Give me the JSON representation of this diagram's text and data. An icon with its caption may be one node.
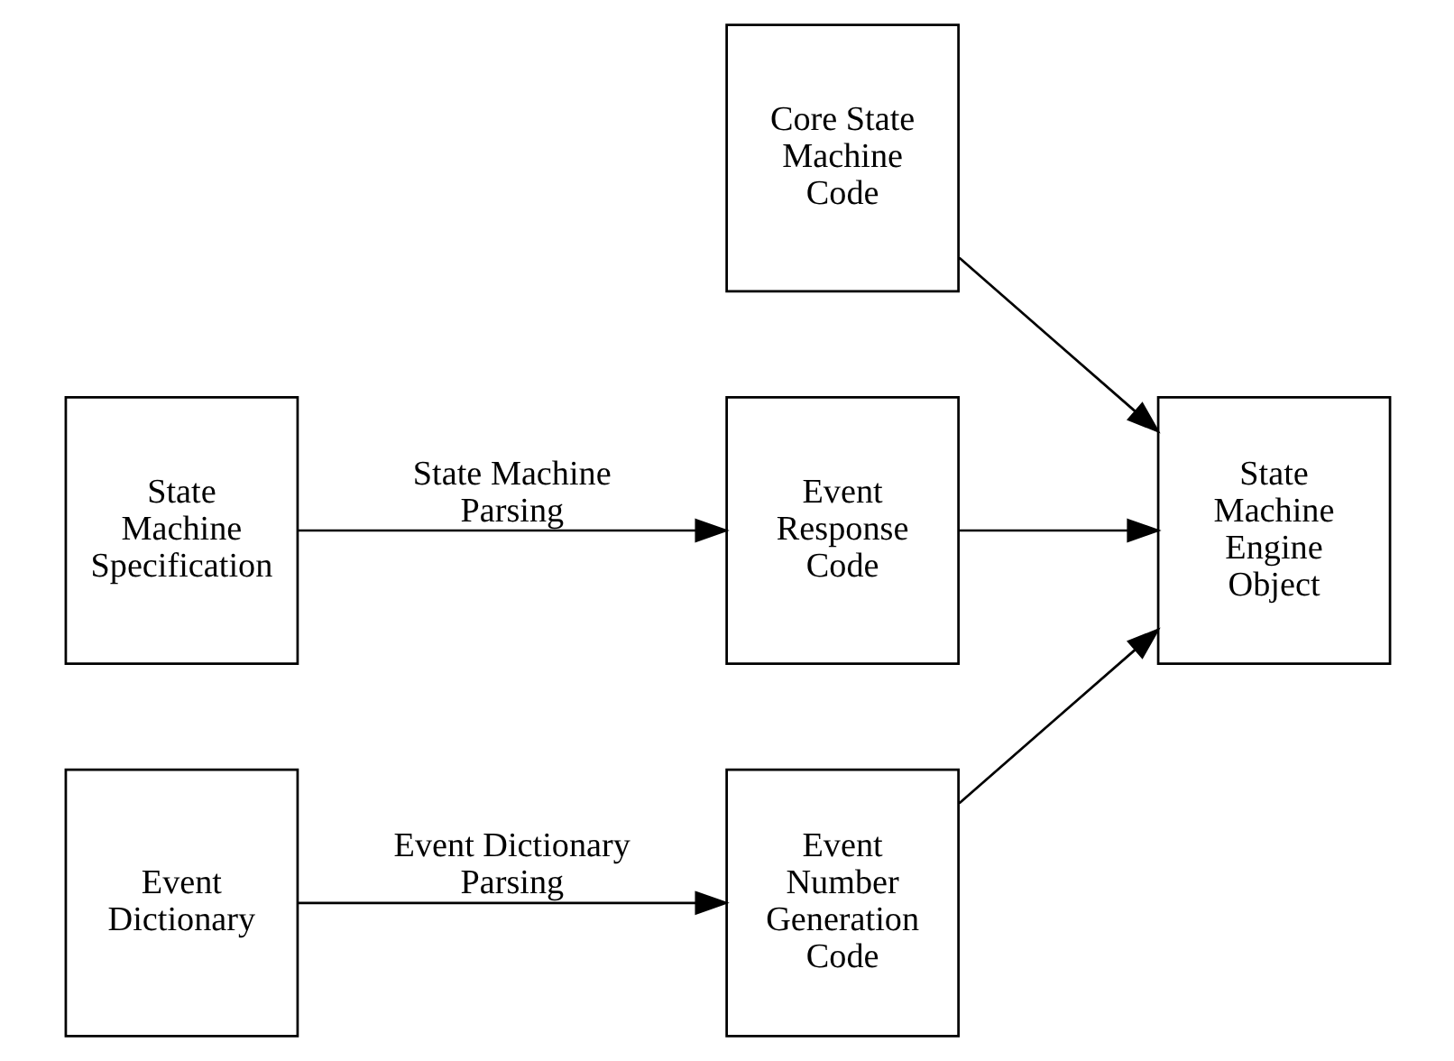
{
  "diagram": {
    "nodes": [
      {
        "text": [
          "Core State Machine Code"
        ]
      },
      {
        "text": [
          "State Machine Specification"
        ]
      },
      {
        "text": [
          "Event Response Code"
        ]
      },
      {
        "text": [
          "State Machine Engine Object"
        ]
      },
      {
        "text": [
          "Event Dictionary"
        ]
      },
      {
        "text": [
          "Event Number Generation Code"
        ]
      }
    ],
    "edges": [
      {
        "from": 0,
        "to": 3,
        "arrow": "to"
      },
      {
        "from": 1,
        "to": 2,
        "arrow": "to",
        "label": "State Machine Parsing"
      },
      {
        "from": 2,
        "to": 3,
        "arrow": "to"
      },
      {
        "from": 4,
        "to": 5,
        "arrow": "to",
        "label": "Event Dictionary Parsing"
      },
      {
        "from": 5,
        "to": 3,
        "arrow": "to"
      }
    ]
  }
}
